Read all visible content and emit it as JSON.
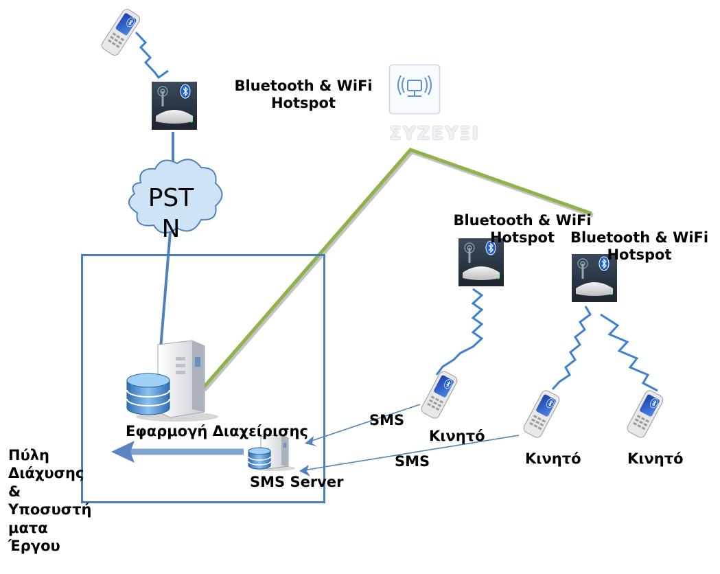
{
  "colors": {
    "link_blue": "#4f81bd",
    "link_green": "#8db34a",
    "border_blue": "#4a7ebb",
    "cloud_fill": "#cfe3f7"
  },
  "labels": {
    "hotspot_top": "Bluetooth & WiFi\nHotspot",
    "hotspot_mid": "Bluetooth & WiFi\nHotspot",
    "hotspot_right": "Bluetooth & WiFi\nHotspot",
    "pstn": "PST\nN",
    "syzeyxi": "ΣΥΖΕΥΞΙ",
    "app_server": "Εφαρμογή Διαχείρισης",
    "sms_server": "SMS Server",
    "gateway": "Πύλη\nΔιάχυσης\n&\nΥποσυστή\nματα\nΈργου",
    "sms_1": "SMS",
    "sms_2": "SMS",
    "mobile_1": "Κινητό",
    "mobile_2": "Κινητό",
    "mobile_3": "Κινητό"
  }
}
